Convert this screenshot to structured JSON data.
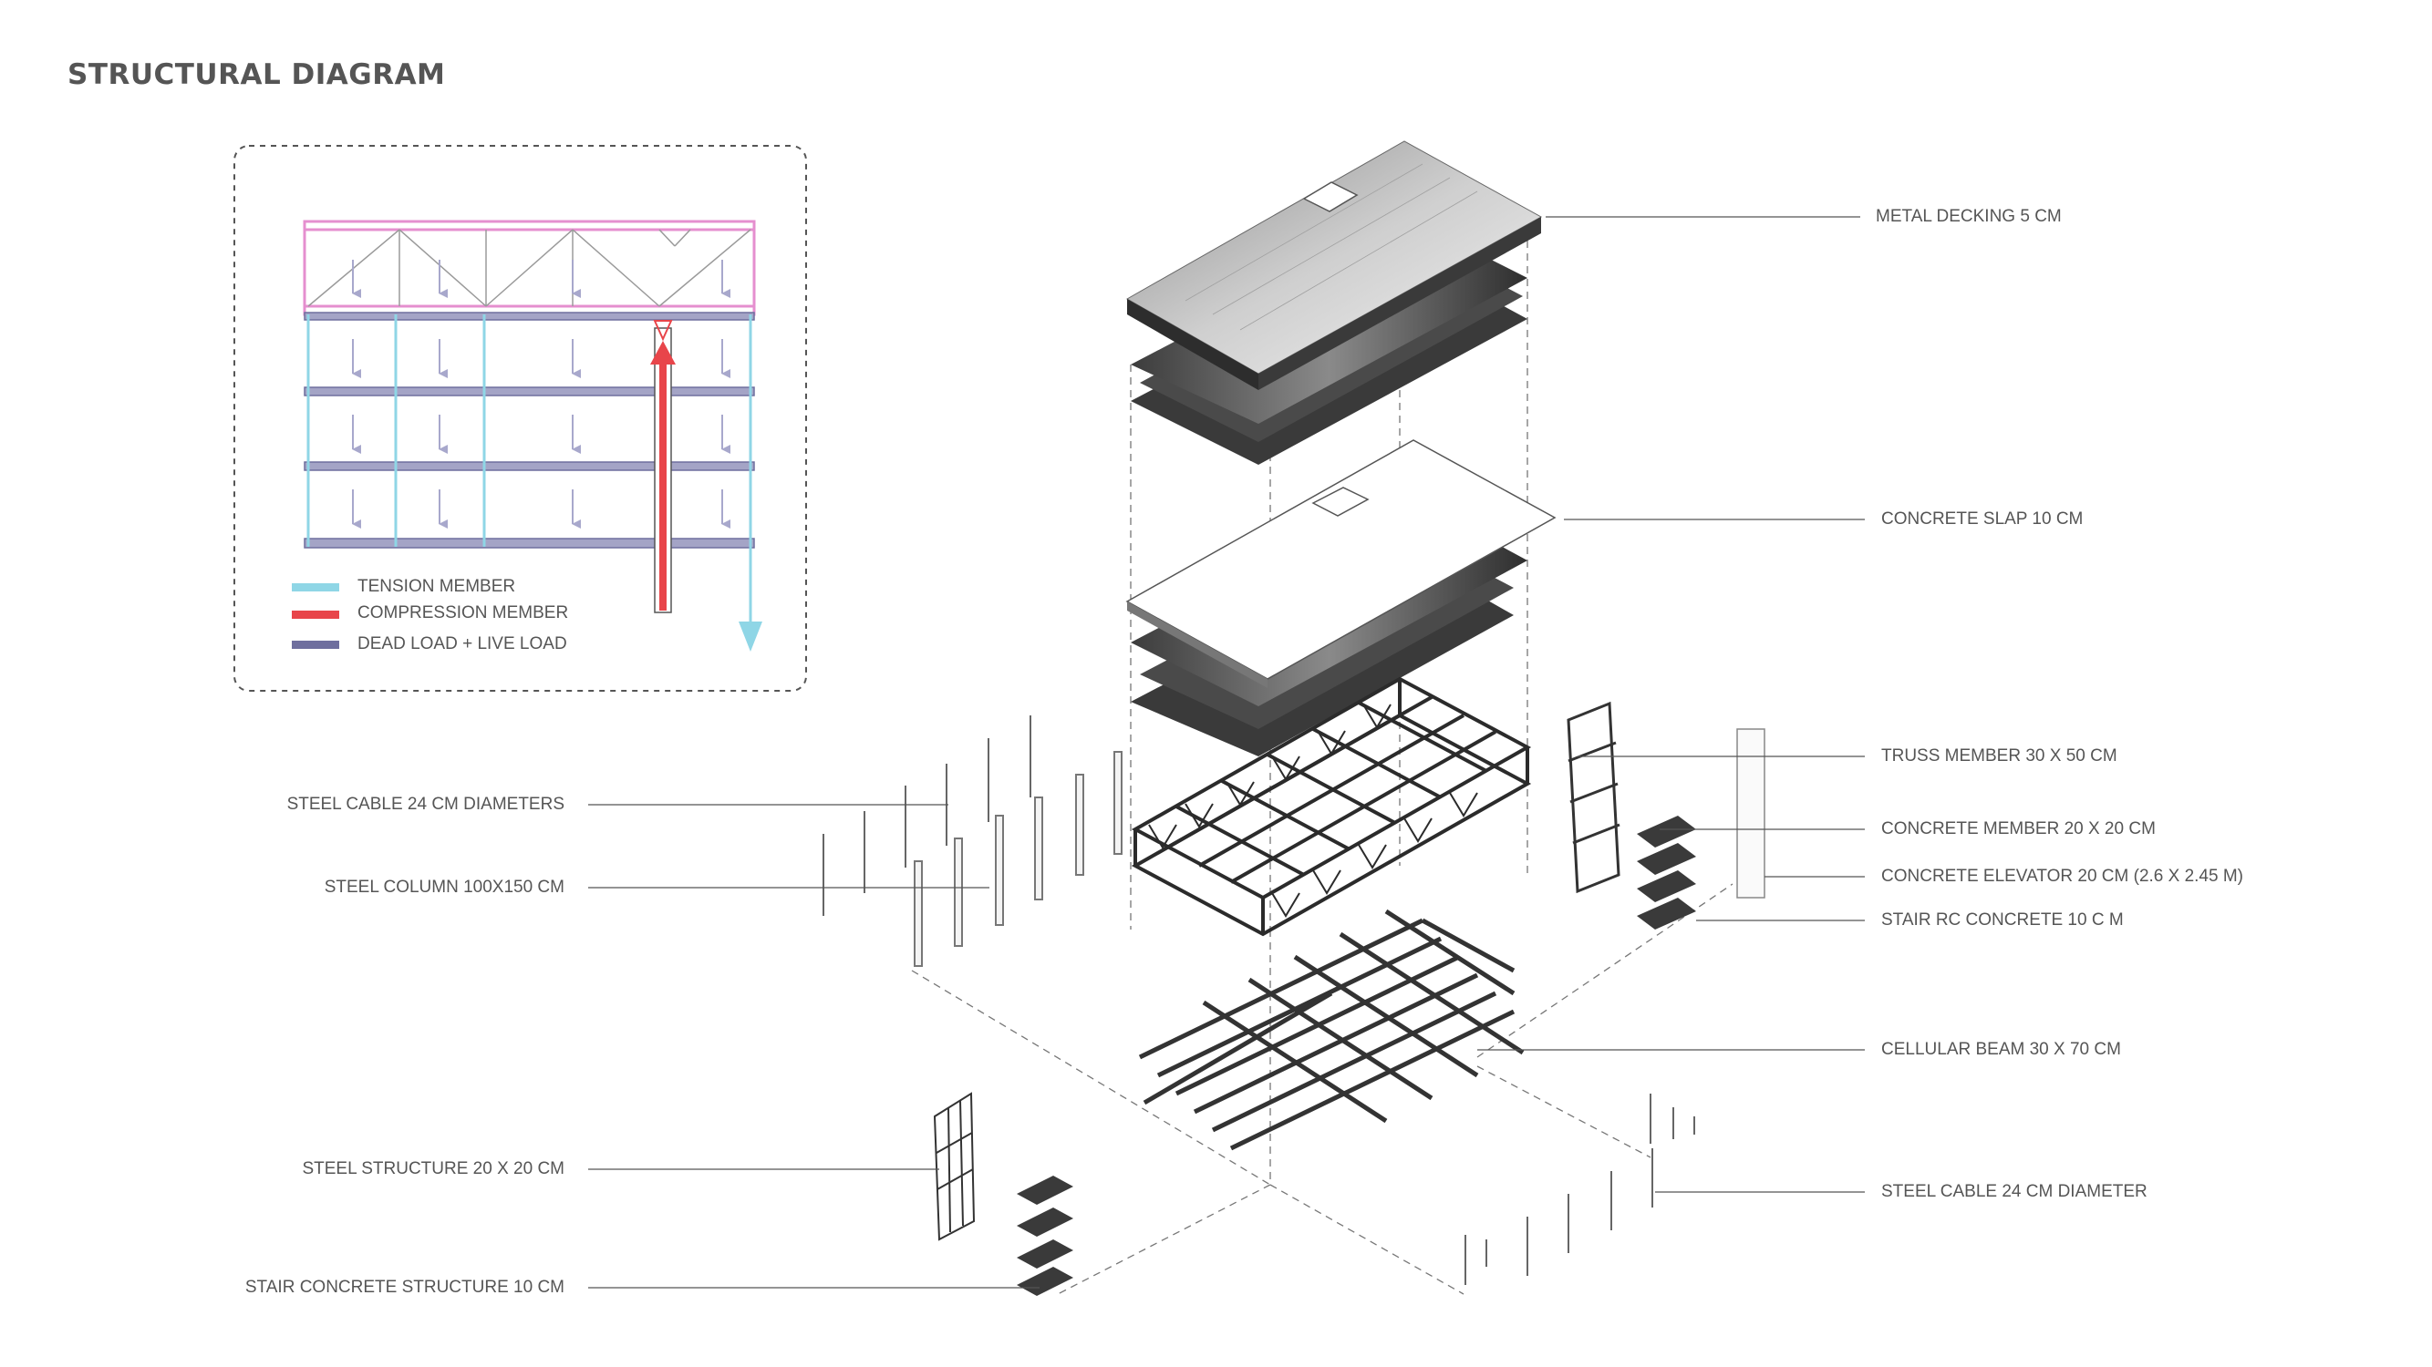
{
  "title": "STRUCTURAL DIAGRAM",
  "colors": {
    "tension": "#8fd6e6",
    "compression": "#e8454a",
    "dead_live_load": "#6f6f9e",
    "truss_top": "#e58fcf",
    "line": "#555555"
  },
  "legend": [
    {
      "key": "tension",
      "label": "TENSION MEMBER"
    },
    {
      "key": "compression",
      "label": "COMPRESSION MEMBER"
    },
    {
      "key": "dead_live_load",
      "label": "DEAD LOAD + LIVE LOAD"
    }
  ],
  "labels_right": [
    "METAL DECKING 5 CM",
    "CONCRETE SLAP 10 CM",
    "TRUSS MEMBER 30 X 50 CM",
    "CONCRETE MEMBER 20 X 20 CM",
    "CONCRETE ELEVATOR 20 CM (2.6 X 2.45 M)",
    "STAIR RC CONCRETE 10 C M",
    "CELLULAR BEAM 30 X 70 CM",
    "STEEL CABLE 24 CM DIAMETER"
  ],
  "labels_left": [
    "STEEL CABLE 24 CM DIAMETERS",
    "STEEL COLUMN 100X150 CM",
    "STEEL STRUCTURE 20 X 20 CM",
    "STAIR CONCRETE STRUCTURE 10 CM"
  ]
}
